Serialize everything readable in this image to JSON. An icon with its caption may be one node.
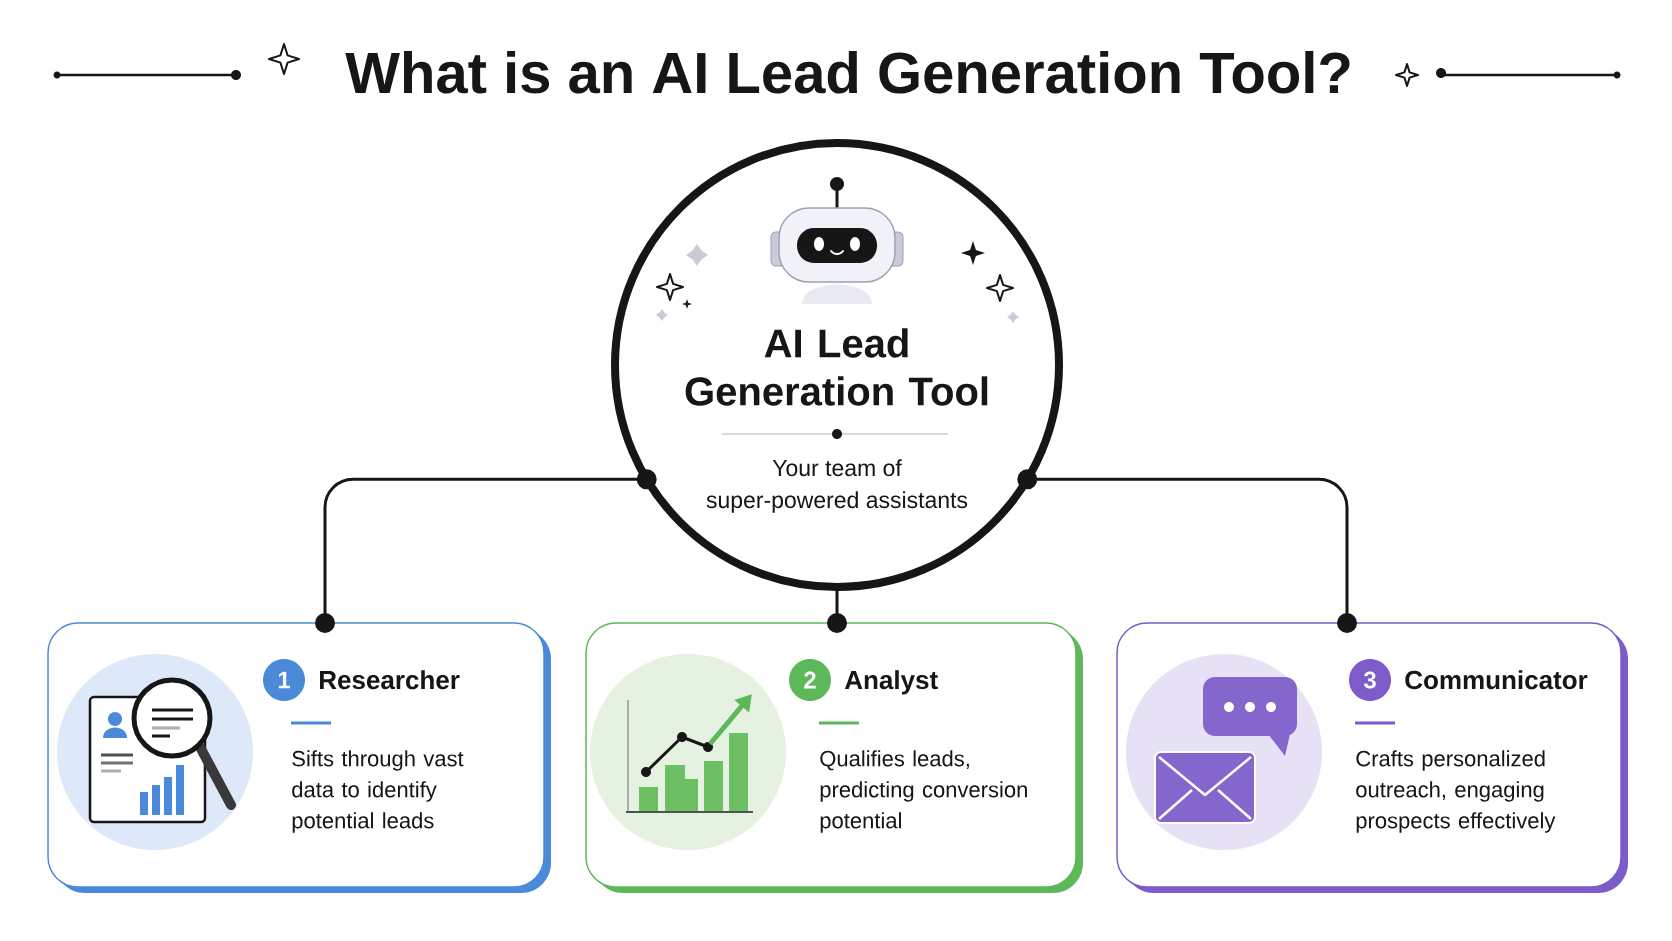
{
  "diagram": {
    "title": "What is an AI Lead Generation Tool?",
    "nodes": [
      {
        "text": [
          "AI Lead Generation Tool",
          "Your team of super-powered assistants"
        ]
      },
      {
        "text": [
          "Researcher",
          "Sifts through vast data to identify potential leads"
        ]
      },
      {
        "text": [
          "1"
        ],
        "in": 1
      },
      {
        "text": [
          "Analyst",
          "Qualifies leads, predicting conversion potential"
        ]
      },
      {
        "text": [
          "2"
        ],
        "in": 3
      },
      {
        "text": [
          "Communicator",
          "Crafts personalized outreach, engaging prospects effectively"
        ]
      },
      {
        "text": [
          "3"
        ],
        "in": 5
      }
    ],
    "edges": [
      {
        "from": 0,
        "to": 1,
        "arrow": "other"
      },
      {
        "from": 0,
        "to": 3,
        "arrow": "other"
      },
      {
        "from": 0,
        "to": 5,
        "arrow": "other"
      }
    ]
  }
}
